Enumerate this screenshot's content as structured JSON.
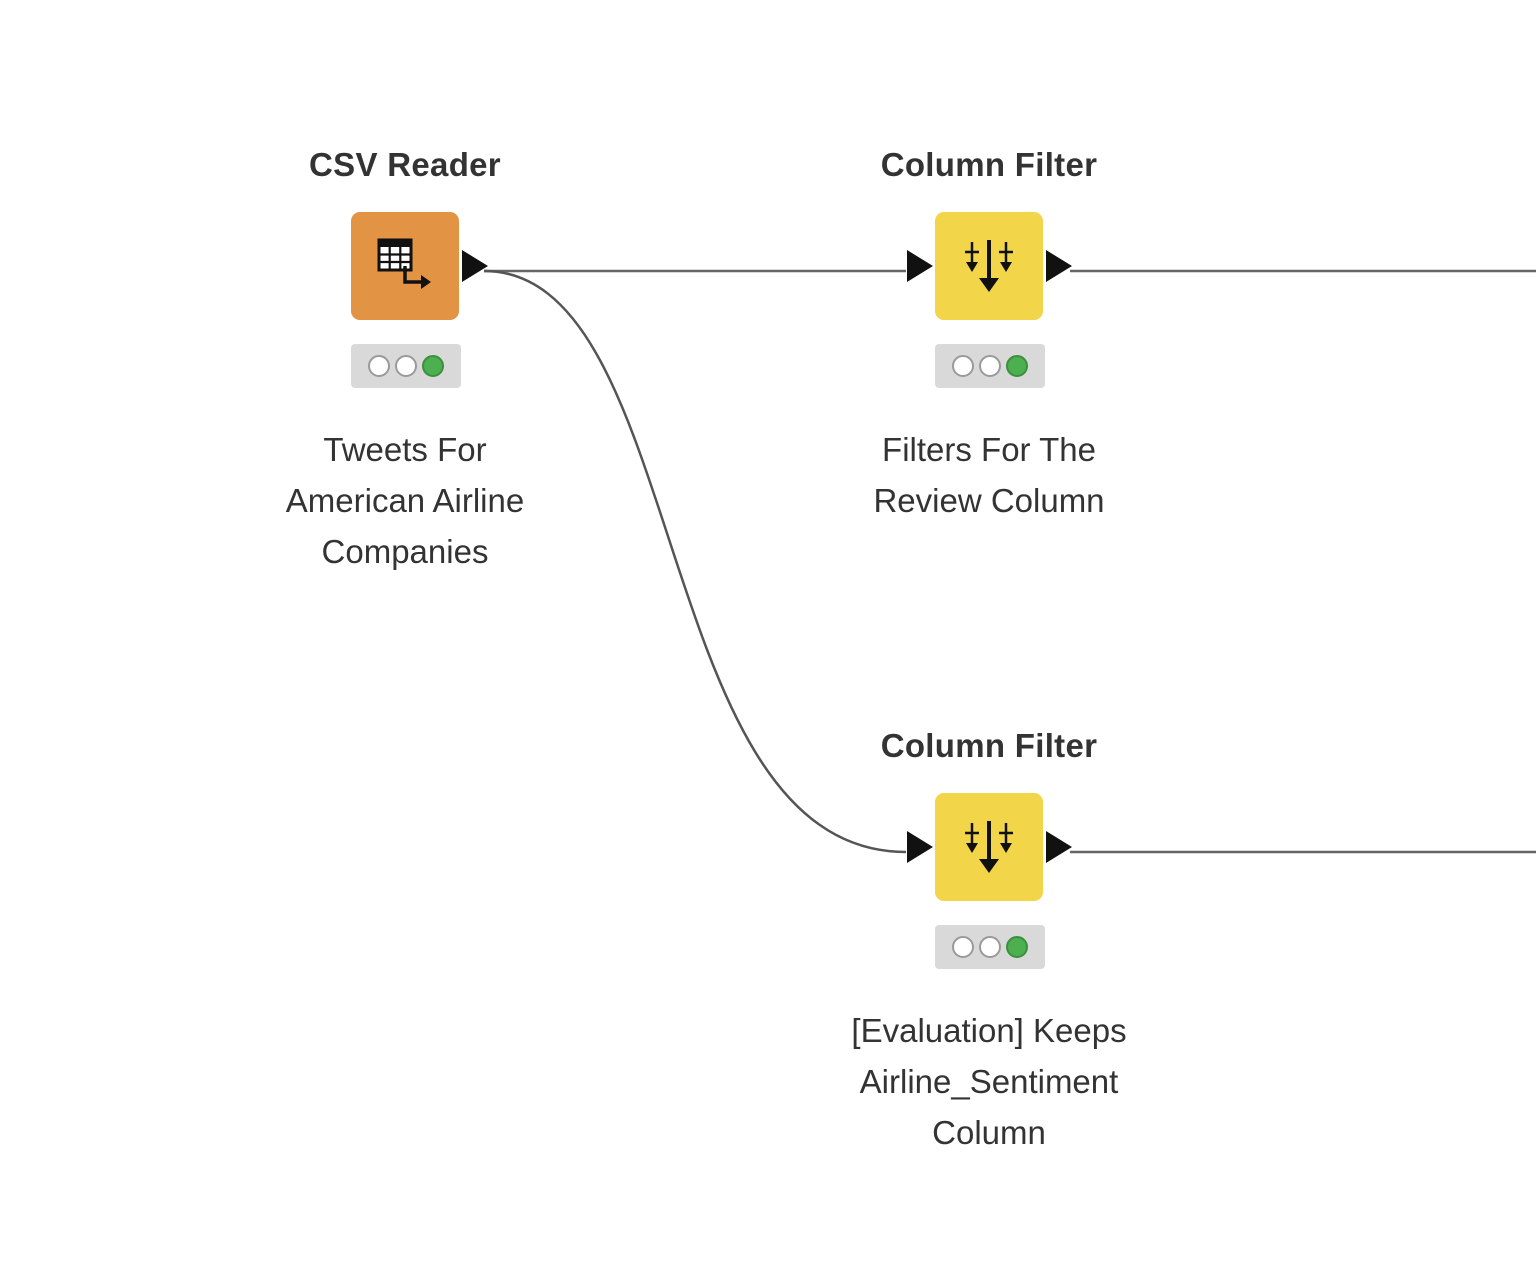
{
  "colors": {
    "source_node": "#e39344",
    "manipulator_node": "#f3d54a",
    "status_ok": "#4caf50",
    "connection": "#555555"
  },
  "nodes": {
    "csv_reader": {
      "title": "CSV Reader",
      "icon": "table-reader-icon",
      "label_lines": [
        "Tweets For",
        "American Airline",
        "Companies"
      ],
      "status": [
        "inactive",
        "inactive",
        "executed"
      ]
    },
    "column_filter_review": {
      "title": "Column Filter",
      "icon": "column-filter-icon",
      "label_lines": [
        "Filters For The",
        "Review Column"
      ],
      "status": [
        "inactive",
        "inactive",
        "executed"
      ]
    },
    "column_filter_evaluation": {
      "title": "Column Filter",
      "icon": "column-filter-icon",
      "label_lines": [
        "[Evaluation] Keeps",
        "Airline_Sentiment",
        "Column"
      ],
      "status": [
        "inactive",
        "inactive",
        "executed"
      ]
    }
  }
}
